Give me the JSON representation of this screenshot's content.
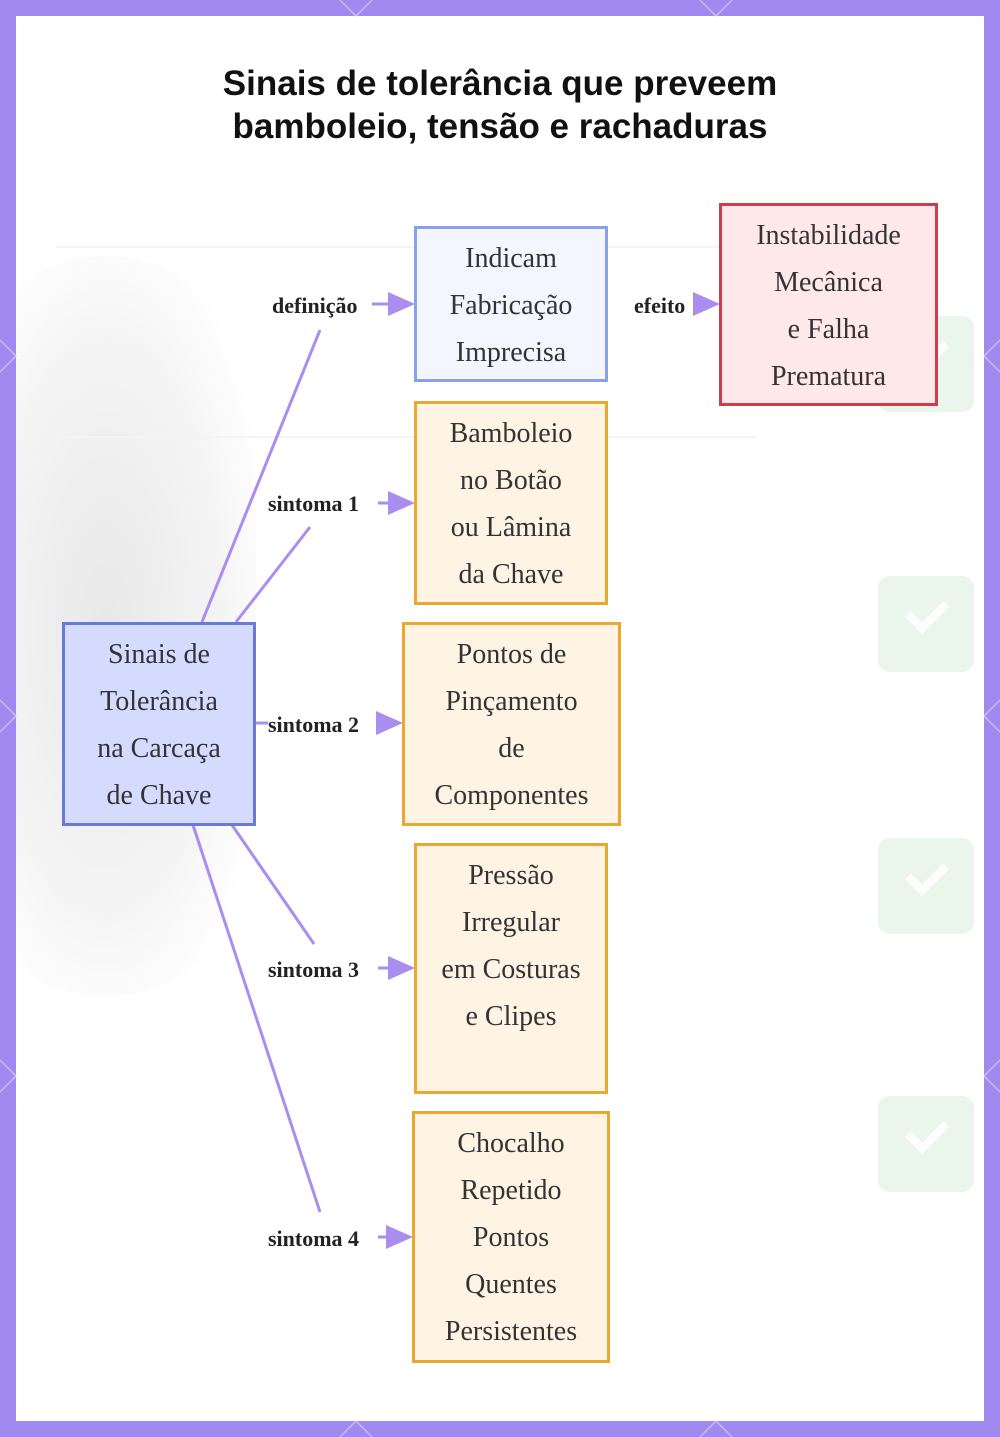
{
  "title": {
    "line1": "Sinais de tolerância que preveem",
    "line2": "bamboleio, tensão e rachaduras"
  },
  "colors": {
    "frame": "#a08af0",
    "edge": "#a98ef0",
    "root_border": "#6a78d6",
    "root_fill": "#d4dbff",
    "definition_border": "#8aa0ec",
    "definition_fill": "#f4f6ff",
    "effect_border": "#d23b4a",
    "effect_fill": "#ffe8ea",
    "symptom_border": "#e9a830",
    "symptom_fill": "#fff4e4"
  },
  "nodes": {
    "root": [
      "Sinais de",
      "Tolerância",
      "na Carcaça",
      "de Chave"
    ],
    "definition": [
      "Indicam",
      "Fabricação",
      "Imprecisa"
    ],
    "effect": [
      "Instabilidade",
      "Mecânica",
      "e Falha",
      "Prematura"
    ],
    "symptom1": [
      "Bamboleio",
      "no Botão",
      "ou Lâmina",
      "da Chave"
    ],
    "symptom2": [
      "Pontos de",
      "Pinçamento",
      "de",
      "Componentes"
    ],
    "symptom3": [
      "Pressão",
      "Irregular",
      "em Costuras",
      "e Clipes"
    ],
    "symptom4": [
      "Chocalho",
      "Repetido",
      "Pontos",
      "Quentes",
      "Persistentes"
    ]
  },
  "edges": {
    "definition": "definição",
    "effect": "efeito",
    "symptom1": "sintoma 1",
    "symptom2": "sintoma 2",
    "symptom3": "sintoma 3",
    "symptom4": "sintoma 4"
  }
}
